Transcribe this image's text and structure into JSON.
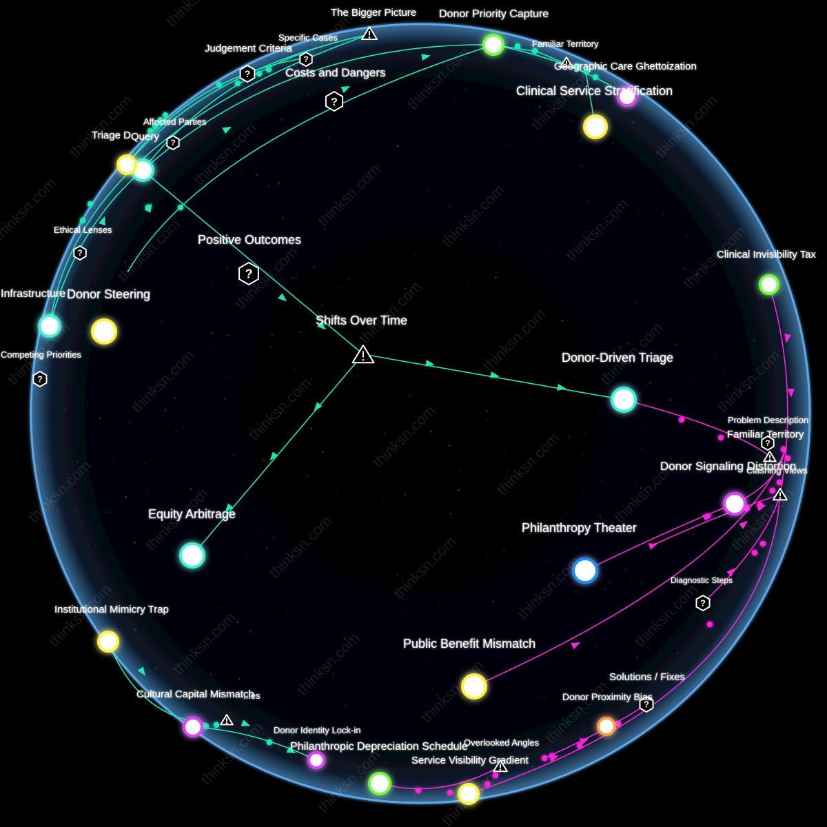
{
  "watermark": "thinksn.com",
  "colors": {
    "background": "#000000",
    "sphere_edge": "#6fb7ff",
    "teal_edge": "#1de9b6",
    "magenta_edge": "#ff22dd",
    "node_green": "#6cff3a",
    "node_yellow": "#fff23a",
    "node_magenta": "#e040fb",
    "node_cyan": "#34f5e0",
    "node_blue": "#1e8fff",
    "node_orange": "#ff9a3c"
  },
  "center": {
    "label": "Shifts Over Time",
    "icon": "warning-icon"
  },
  "topics": [
    {
      "id": "donor_driven_triage",
      "label": "Donor-Driven Triage",
      "color": "teal"
    },
    {
      "id": "equity_arbitrage",
      "label": "Equity Arbitrage",
      "color": "cyan"
    },
    {
      "id": "donor_signaling_distortion",
      "label": "Donor Signaling Distortion",
      "color": "magenta"
    },
    {
      "id": "philanthropy_theater",
      "label": "Philanthropy Theater",
      "color": "blue"
    },
    {
      "id": "public_benefit_mismatch",
      "label": "Public Benefit Mismatch",
      "color": "yellow"
    },
    {
      "id": "clinical_invisibility_tax",
      "label": "Clinical Invisibility Tax",
      "color": "green"
    },
    {
      "id": "donor_priority_capture",
      "label": "Donor Priority Capture",
      "color": "green"
    },
    {
      "id": "geographic_care_ghettoization",
      "label": "Geographic Care Ghettoization",
      "color": "magenta"
    },
    {
      "id": "clinical_service_stratification",
      "label": "Clinical Service Stratification",
      "color": "yellow"
    },
    {
      "id": "triage_query",
      "label": "Query",
      "color": "cyan"
    },
    {
      "id": "triage_d",
      "label": "Triage D",
      "color": "yellow"
    },
    {
      "id": "infrastructure",
      "label": "Infrastructure",
      "color": "cyan"
    },
    {
      "id": "donor_steering",
      "label": "Donor Steering",
      "color": "yellow"
    },
    {
      "id": "institutional_mimicry_trap",
      "label": "Institutional Mimicry Trap",
      "color": "yellow"
    },
    {
      "id": "cultural_capital_mismatch",
      "label": "Cultural Capital Mismatch",
      "color": "magenta"
    },
    {
      "id": "donor_identity_lockin",
      "label": "Donor Identity Lock-in",
      "color": "magenta"
    },
    {
      "id": "philanthropic_depreciation_schedule",
      "label": "Philanthropic Depreciation Schedule",
      "color": "green"
    },
    {
      "id": "service_visibility_gradient",
      "label": "Service Visibility Gradient",
      "color": "yellow"
    },
    {
      "id": "donor_proximity_bias",
      "label": "Donor Proximity Bias",
      "color": "orange"
    }
  ],
  "question_markers": [
    {
      "label": "Positive Outcomes",
      "icon": "question-hexagon-icon"
    },
    {
      "label": "Costs and Dangers",
      "icon": "question-hexagon-icon"
    },
    {
      "label": "Judgement Criteria",
      "icon": "question-hexagon-icon"
    },
    {
      "label": "Specific Cases",
      "icon": "question-hexagon-icon"
    },
    {
      "label": "Affected Parties",
      "icon": "question-hexagon-icon"
    },
    {
      "label": "Ethical Lenses",
      "icon": "question-hexagon-icon"
    },
    {
      "label": "Competing Priorities",
      "icon": "question-hexagon-icon"
    },
    {
      "label": "Problem Description",
      "icon": "question-hexagon-icon"
    },
    {
      "label": "Diagnostic Steps",
      "icon": "question-hexagon-icon"
    },
    {
      "label": "Solutions / Fixes",
      "icon": "question-hexagon-icon"
    }
  ],
  "warning_markers": [
    {
      "label": "The Bigger Picture",
      "icon": "warning-icon"
    },
    {
      "label": "Familiar Territory",
      "icon": "warning-icon"
    },
    {
      "label": "Familiar Territory",
      "icon": "warning-icon"
    },
    {
      "label": "Clashing Views",
      "icon": "warning-icon"
    },
    {
      "label": "Overlooked Angles",
      "icon": "warning-icon"
    },
    {
      "label": "...es",
      "icon": "warning-icon"
    }
  ]
}
